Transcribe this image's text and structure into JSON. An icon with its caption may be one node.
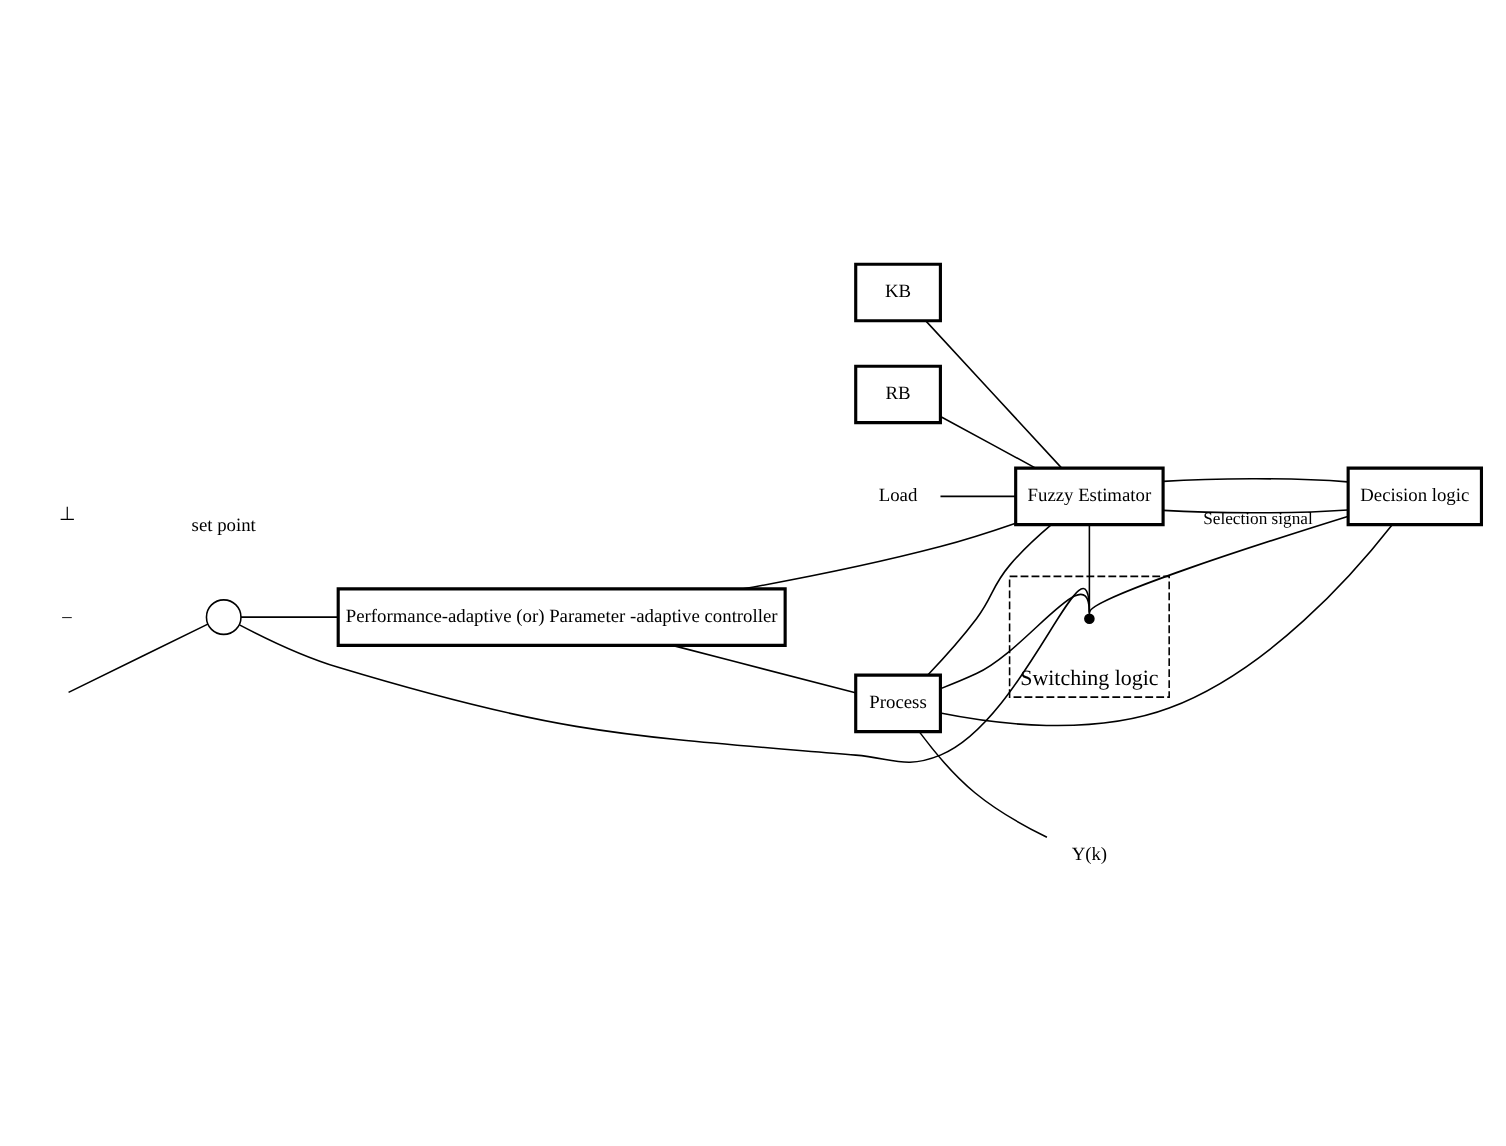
{
  "diagram": {
    "nodes": [
      {
        "text": [],
        "shape": "circle"
      },
      {
        "text": [
          "Performance-adaptive (or) Parameter -adaptive controller"
        ]
      },
      {
        "text": [
          "Process"
        ]
      },
      {
        "text": [
          "Switching logic"
        ]
      },
      {
        "text": [],
        "shape": "switch",
        "in": 3
      },
      {
        "text": [
          "KB"
        ]
      },
      {
        "text": [
          "RB"
        ]
      },
      {
        "text": [
          "Fuzzy Estimator"
        ]
      },
      {
        "text": [
          "Decision logic"
        ]
      },
      {
        "text": [
          "Y(k)"
        ]
      },
      {
        "text": [
          "Load"
        ]
      }
    ],
    "edges": [
      {
        "from": null,
        "to": 0,
        "arrow": "none"
      },
      {
        "from": 0,
        "to": 1,
        "arrow": "none"
      },
      {
        "from": 1,
        "to": 2,
        "arrow": "none"
      },
      {
        "from": 2,
        "to": 9,
        "arrow": "none"
      },
      {
        "from": 1,
        "to": 7,
        "arrow": "none"
      },
      {
        "from": 2,
        "to": 4,
        "arrow": "none"
      },
      {
        "from": 2,
        "to": 7,
        "arrow": "none"
      },
      {
        "from": 2,
        "to": 8,
        "arrow": "none"
      },
      {
        "from": 4,
        "to": 0,
        "arrow": "none"
      },
      {
        "from": 7,
        "to": 4,
        "arrow": "none"
      },
      {
        "from": 7,
        "to": 8,
        "arrow": "none"
      },
      {
        "from": 7,
        "to": 8,
        "arrow": "none"
      },
      {
        "from": 8,
        "to": 4,
        "label": "Selection signal",
        "arrow": "none"
      },
      {
        "from": 5,
        "to": 7,
        "arrow": "none"
      },
      {
        "from": 6,
        "to": 7,
        "arrow": "none"
      },
      {
        "from": 10,
        "to": 7,
        "arrow": "none"
      }
    ],
    "labels": [
      "set point",
      "⊥",
      "–"
    ]
  }
}
